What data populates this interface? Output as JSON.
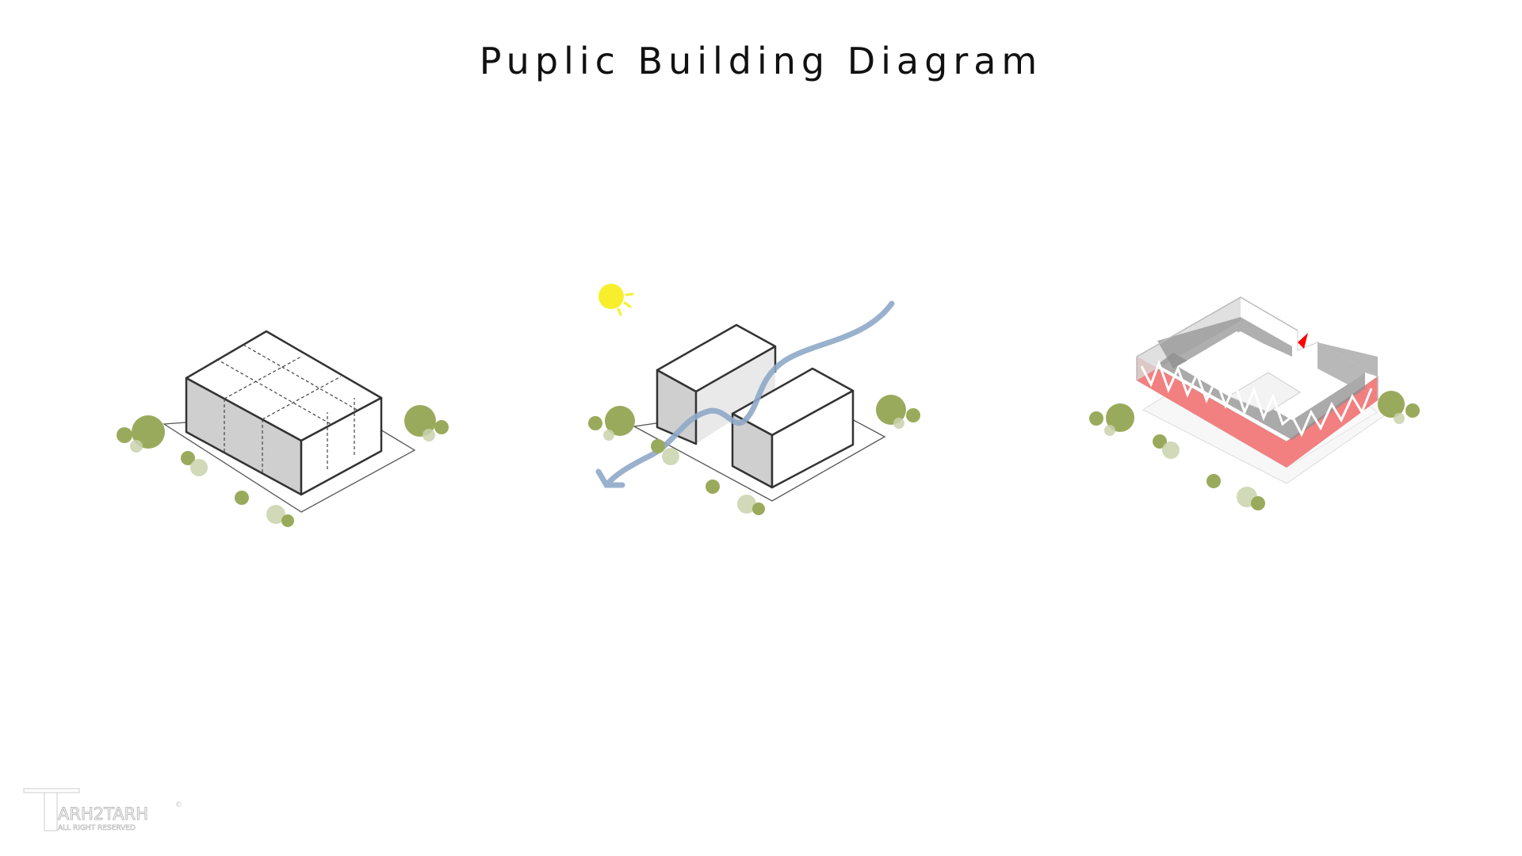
{
  "title": "Puplic Building Diagram",
  "logo": {
    "name": "TARH2TARH",
    "tagline": "ALL RIGHT RESERVED"
  },
  "diagrams": [
    {
      "name": "massing-grid"
    },
    {
      "name": "sun-and-wind-split-volumes"
    },
    {
      "name": "courtyard-facade-final"
    }
  ],
  "colors": {
    "tree": "#9aaa5c",
    "tree_light": "#c9d2ab",
    "sun": "#f7ef2b",
    "wind": "#8ea8c6",
    "accent_red": "#f06a6a"
  }
}
